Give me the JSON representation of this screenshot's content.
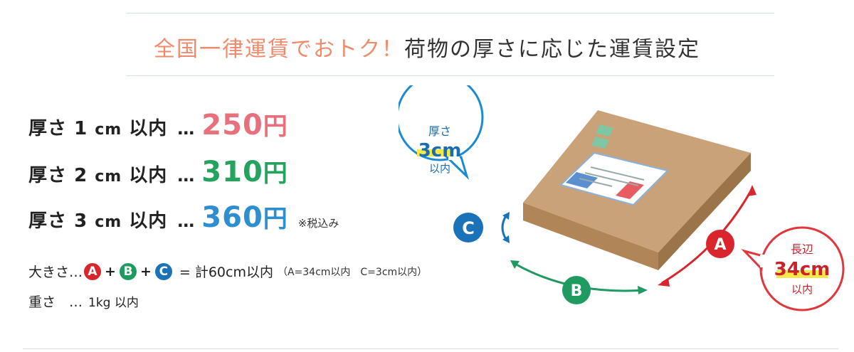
{
  "headline": {
    "accent": "全国一律運賃でおトク！",
    "rest": "荷物の厚さに応じた運賃設定"
  },
  "rates": [
    {
      "label_prefix": "厚さ",
      "num": "1",
      "unit": "cm",
      "suffix": "以内",
      "dots": "…",
      "price": "250",
      "yen": "円",
      "color": "#e8707a"
    },
    {
      "label_prefix": "厚さ",
      "num": "2",
      "unit": "cm",
      "suffix": "以内",
      "dots": "…",
      "price": "310",
      "yen": "円",
      "color": "#23a35e"
    },
    {
      "label_prefix": "厚さ",
      "num": "3",
      "unit": "cm",
      "suffix": "以内",
      "dots": "…",
      "price": "360",
      "yen": "円",
      "color": "#2d8fd0"
    }
  ],
  "tax_note": "※税込み",
  "size": {
    "label": "大きさ…",
    "a": "A",
    "b": "B",
    "c": "C",
    "plus": "+",
    "total": "= 計60cm以内",
    "note": "（A=34cm以内　C=3cm以内）"
  },
  "weight": {
    "label": "重さ　…",
    "value": "1kg 以内"
  },
  "bubble_thickness": {
    "title": "厚さ",
    "value": "3cm",
    "suffix": "以内"
  },
  "bubble_length": {
    "title": "長辺",
    "value": "34cm",
    "suffix": "以内"
  },
  "dimension_labels": {
    "a": "A",
    "b": "B",
    "c": "C"
  },
  "colors": {
    "accent": "#ef8a6b",
    "a_red": "#d8262c",
    "b_green": "#1f9a60",
    "c_blue": "#1a72b8",
    "box": "#c8a273",
    "highlight": "#f6e84a"
  }
}
